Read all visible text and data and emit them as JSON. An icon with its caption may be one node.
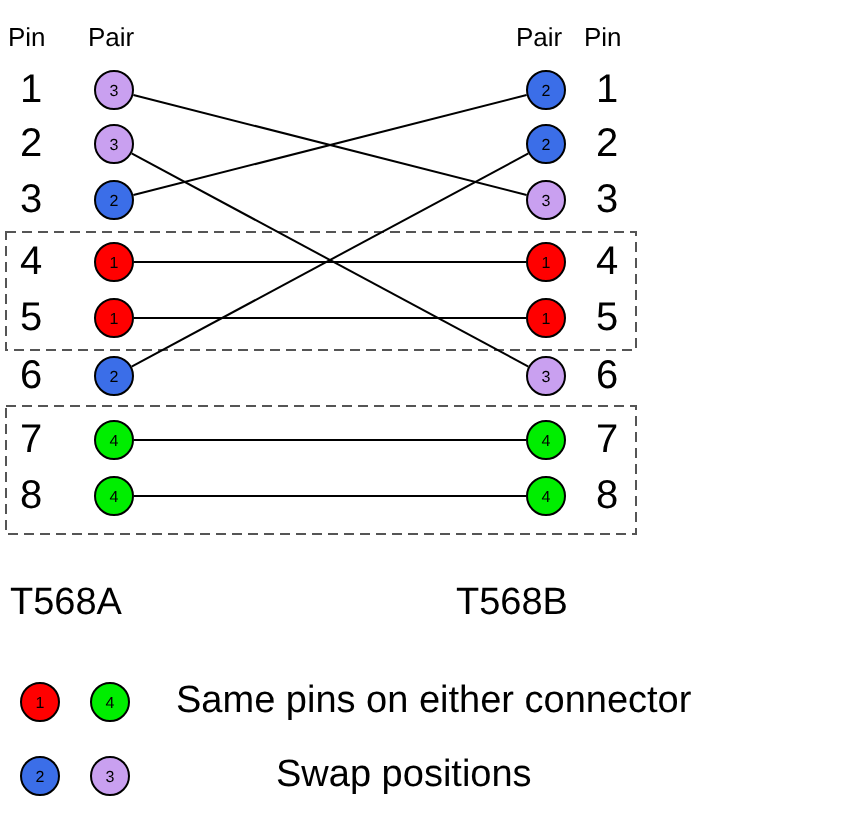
{
  "diagram": {
    "nodes": [
      {
        "text": [
          "3"
        ]
      },
      {
        "text": [
          "2"
        ]
      },
      {
        "text": [
          "3"
        ]
      },
      {
        "text": [
          "2"
        ]
      },
      {
        "text": [
          "2"
        ]
      },
      {
        "text": [
          "3"
        ]
      },
      {
        "text": [
          "1"
        ]
      },
      {
        "text": [
          "1"
        ]
      },
      {
        "text": [
          "1"
        ]
      },
      {
        "text": [
          "1"
        ]
      },
      {
        "text": [
          "2"
        ]
      },
      {
        "text": [
          "3"
        ]
      },
      {
        "text": [
          "4"
        ]
      },
      {
        "text": [
          "4"
        ]
      },
      {
        "text": [
          "4"
        ]
      },
      {
        "text": [
          "4"
        ]
      },
      {
        "text": [
          "1"
        ]
      },
      {
        "text": [
          "4"
        ]
      },
      {
        "text": [
          "2"
        ]
      },
      {
        "text": [
          "3"
        ]
      }
    ],
    "edges": [
      {
        "from": 0,
        "to": 5,
        "arrow": "none"
      },
      {
        "from": 2,
        "to": 11,
        "arrow": "none"
      },
      {
        "from": 4,
        "to": 1,
        "arrow": "none"
      },
      {
        "from": 6,
        "to": 7,
        "arrow": "none"
      },
      {
        "from": 8,
        "to": 9,
        "arrow": "none"
      },
      {
        "from": 10,
        "to": 3,
        "arrow": "none"
      },
      {
        "from": 12,
        "to": 13,
        "arrow": "none"
      },
      {
        "from": 14,
        "to": 15,
        "arrow": "none"
      }
    ],
    "labels": [
      "Pin",
      "Pair",
      "Pair",
      "Pin",
      "1",
      "1",
      "2",
      "2",
      "3",
      "3",
      "4",
      "4",
      "5",
      "5",
      "6",
      "6",
      "7",
      "7",
      "8",
      "8",
      "T568A",
      "T568B"
    ],
    "legend": [
      {
        "text": "Same pins on either connector"
      },
      {
        "text": "Swap positions"
      }
    ]
  }
}
